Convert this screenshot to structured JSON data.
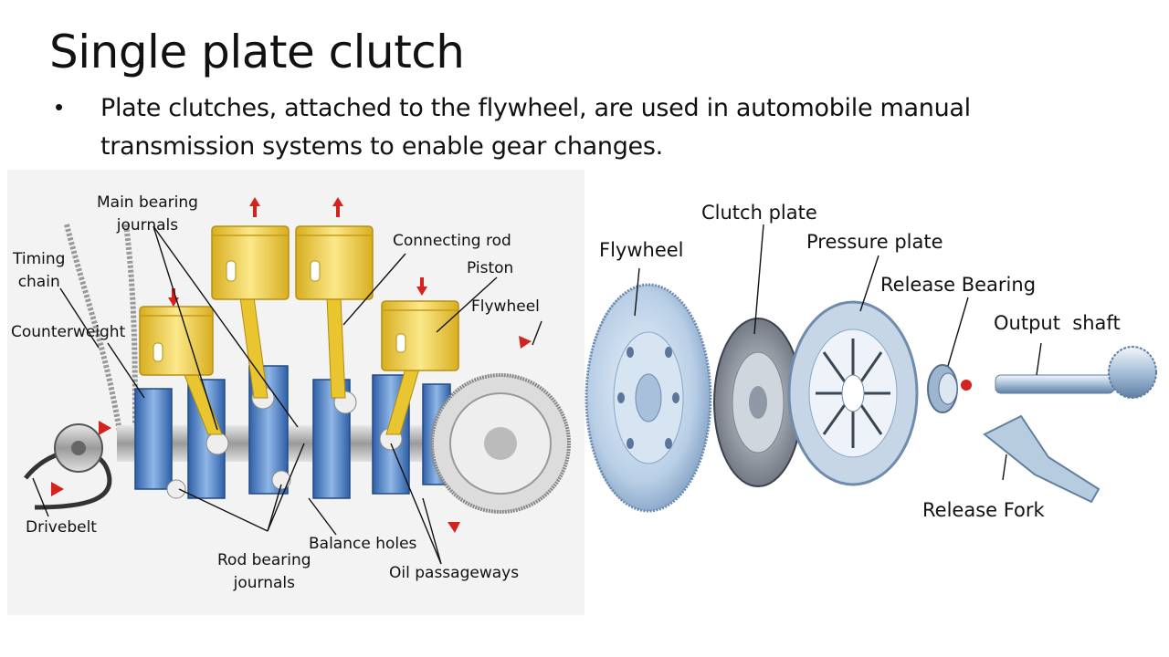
{
  "slide": {
    "title": "Single plate clutch",
    "bullet": "Plate clutches, attached to the flywheel,  are used in automobile manual transmission systems to enable gear changes."
  },
  "engine_diagram": {
    "labels": {
      "main_bearing_journals": "Main bearing\njournals",
      "timing_chain": "Timing\nchain",
      "connecting_rod": "Connecting rod",
      "piston": "Piston",
      "flywheel": "Flywheel",
      "counterweight": "Counterweight",
      "drivebelt": "Drivebelt",
      "balance_holes": "Balance holes",
      "rod_bearing_journals": "Rod bearing\njournals",
      "oil_passageways": "Oil passageways"
    }
  },
  "clutch_diagram": {
    "labels": {
      "flywheel": "Flywheel",
      "clutch_plate": "Clutch plate",
      "pressure_plate": "Pressure plate",
      "release_bearing": "Release Bearing",
      "output_shaft": "Output  shaft",
      "release_fork": "Release Fork"
    }
  },
  "colors": {
    "crank_blue": "#5b8fd0",
    "piston_yellow": "#f1d24a",
    "arrow_red": "#d4221f",
    "metal_light": "#c9d9ea"
  }
}
